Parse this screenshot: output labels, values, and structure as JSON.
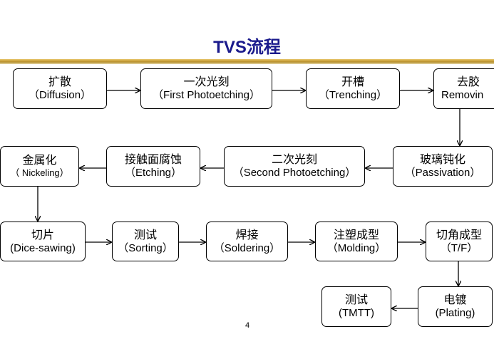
{
  "title": "TVS流程",
  "page_number": "4",
  "steps": [
    {
      "cn": "扩散",
      "en": "（Diffusion）"
    },
    {
      "cn": "一次光刻",
      "en": "（First Photoetching）"
    },
    {
      "cn": "开槽",
      "en": "（Trenching）"
    },
    {
      "cn": "去胶",
      "en": "Removin"
    },
    {
      "cn": "玻璃钝化",
      "en": "（Passivation）"
    },
    {
      "cn": "二次光刻",
      "en": "（Second Photoetching）"
    },
    {
      "cn": "接触面腐蚀",
      "en": "（Etching）"
    },
    {
      "cn": "金属化",
      "en": "（ Nickeling）"
    },
    {
      "cn": "切片",
      "en": "(Dice-sawing)"
    },
    {
      "cn": "测试",
      "en": "（Sorting）"
    },
    {
      "cn": "焊接",
      "en": "（Soldering）"
    },
    {
      "cn": "注塑成型",
      "en": "（Molding）"
    },
    {
      "cn": "切角成型",
      "en": "（T/F）"
    },
    {
      "cn": "电镀",
      "en": "(Plating)"
    },
    {
      "cn": "测试",
      "en": "(TMTT)"
    }
  ]
}
